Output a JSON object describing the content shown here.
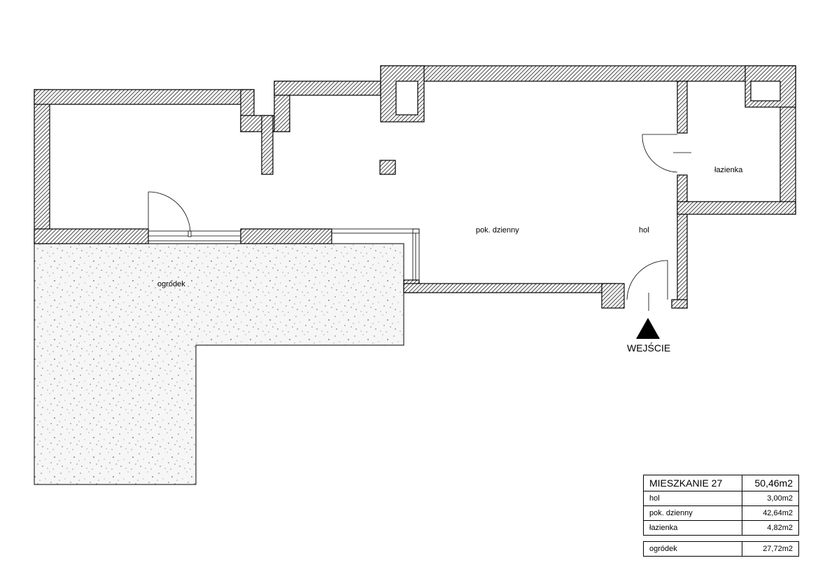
{
  "rooms": {
    "living": "pok. dzienny",
    "hall": "hol",
    "bathroom": "łazienka",
    "garden": "ogródek"
  },
  "entrance": "WEJŚCIE",
  "area_table": {
    "title": "MIESZKANIE 27",
    "total": "50,46m2",
    "rows": [
      {
        "name": "hol",
        "area": "3,00m2"
      },
      {
        "name": "pok. dzienny",
        "area": "42,64m2"
      },
      {
        "name": "łazienka",
        "area": "4,82m2"
      }
    ],
    "garden": {
      "name": "ogródek",
      "area": "27,72m2"
    }
  },
  "colors": {
    "wall_outline": "#000000",
    "hatch": "#000000",
    "garden_fill": "#f3f3f3"
  }
}
